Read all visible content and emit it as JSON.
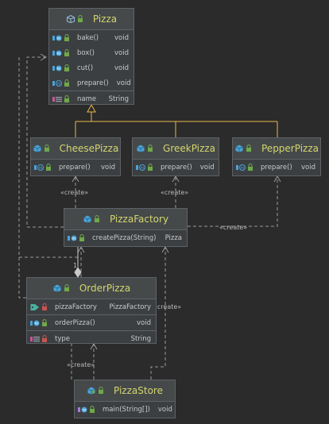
{
  "classes": {
    "pizza": {
      "name": "Pizza",
      "icon": "abstract-class-icon",
      "methods": [
        {
          "name": "bake()",
          "type": "void"
        },
        {
          "name": "box()",
          "type": "void"
        },
        {
          "name": "cut()",
          "type": "void"
        },
        {
          "name": "prepare()",
          "type": "void"
        }
      ],
      "fields": [
        {
          "name": "name",
          "type": "String"
        }
      ]
    },
    "cheese": {
      "name": "CheesePizza",
      "icon": "class-icon",
      "methods": [
        {
          "name": "prepare()",
          "type": "void"
        }
      ]
    },
    "greek": {
      "name": "GreekPizza",
      "icon": "class-icon",
      "methods": [
        {
          "name": "prepare()",
          "type": "void"
        }
      ]
    },
    "pepper": {
      "name": "PepperPizza",
      "icon": "class-icon",
      "methods": [
        {
          "name": "prepare()",
          "type": "void"
        }
      ]
    },
    "factory": {
      "name": "PizzaFactory",
      "icon": "class-icon",
      "methods": [
        {
          "name": "createPizza(String)",
          "type": "Pizza"
        }
      ]
    },
    "order": {
      "name": "OrderPizza",
      "icon": "class-icon",
      "fields_top": [
        {
          "name": "pizzaFactory",
          "type": "PizzaFactory"
        }
      ],
      "methods": [
        {
          "name": "orderPizza()",
          "type": "void"
        }
      ],
      "fields": [
        {
          "name": "type",
          "type": "String"
        }
      ]
    },
    "store": {
      "name": "PizzaStore",
      "icon": "main-class-icon",
      "methods": [
        {
          "name": "main(String[])",
          "type": "void"
        }
      ]
    }
  },
  "labels": {
    "create_cheese": "«create»",
    "create_greek": "«create»",
    "create_pepper": "«create»",
    "create_store_factory": "«create»",
    "create_store_order": "«create»",
    "multiplicity": "1"
  },
  "colors": {
    "background": "#2b2b2b",
    "class_title": "#d4d66e",
    "edge_dashed": "#9a9a9a",
    "inheritance": "#e8b84a",
    "aggregation": "#c9c9c9",
    "lock_green": "#6fa84a",
    "lock_red": "#c75450",
    "class_blue": "#4aa3d8"
  }
}
